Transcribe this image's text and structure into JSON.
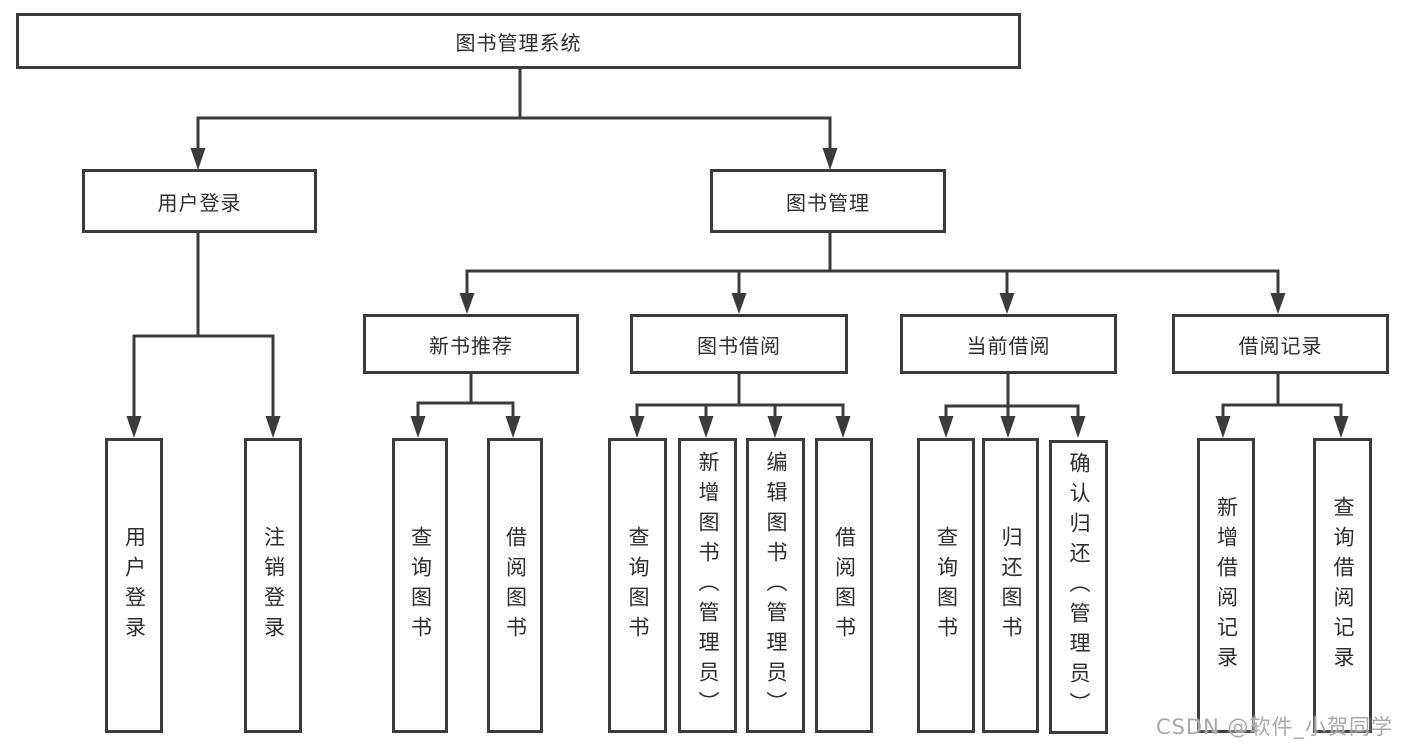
{
  "diagram": {
    "nodes": {
      "root": {
        "label": "图书管理系统"
      },
      "userLogin": {
        "label": "用户登录"
      },
      "bookMgmt": {
        "label": "图书管理"
      },
      "login": {
        "label": "用户登录"
      },
      "logout": {
        "label": "注销登录"
      },
      "newBookRec": {
        "label": "新书推荐"
      },
      "bookBorrow": {
        "label": "图书借阅"
      },
      "currentBorrow": {
        "label": "当前借阅"
      },
      "borrowRecords": {
        "label": "借阅记录"
      },
      "nbQuery": {
        "label": "查询图书"
      },
      "nbBorrow": {
        "label": "借阅图书"
      },
      "bbQuery": {
        "label": "查询图书"
      },
      "bbAdd": {
        "label": "新增图书（管理员）"
      },
      "bbEdit": {
        "label": "编辑图书（管理员）"
      },
      "bbBorrow": {
        "label": "借阅图书"
      },
      "cbQuery": {
        "label": "查询图书"
      },
      "cbReturn": {
        "label": "归还图书"
      },
      "cbConfirm": {
        "label": "确认归还（管理员）"
      },
      "brAdd": {
        "label": "新增借阅记录"
      },
      "brQuery": {
        "label": "查询借阅记录"
      }
    },
    "edges": [
      {
        "from": "root",
        "to": [
          "userLogin",
          "bookMgmt"
        ]
      },
      {
        "from": "userLogin",
        "to": [
          "login",
          "logout"
        ]
      },
      {
        "from": "bookMgmt",
        "to": [
          "newBookRec",
          "bookBorrow",
          "currentBorrow",
          "borrowRecords"
        ]
      },
      {
        "from": "newBookRec",
        "to": [
          "nbQuery",
          "nbBorrow"
        ]
      },
      {
        "from": "bookBorrow",
        "to": [
          "bbQuery",
          "bbAdd",
          "bbEdit",
          "bbBorrow"
        ]
      },
      {
        "from": "currentBorrow",
        "to": [
          "cbQuery",
          "cbReturn",
          "cbConfirm"
        ]
      },
      {
        "from": "borrowRecords",
        "to": [
          "brAdd",
          "brQuery"
        ]
      }
    ],
    "line_color": "#3b3b3d",
    "text_color": "#2e2e30"
  },
  "watermark": {
    "text": "CSDN @软件_小贺同学"
  }
}
